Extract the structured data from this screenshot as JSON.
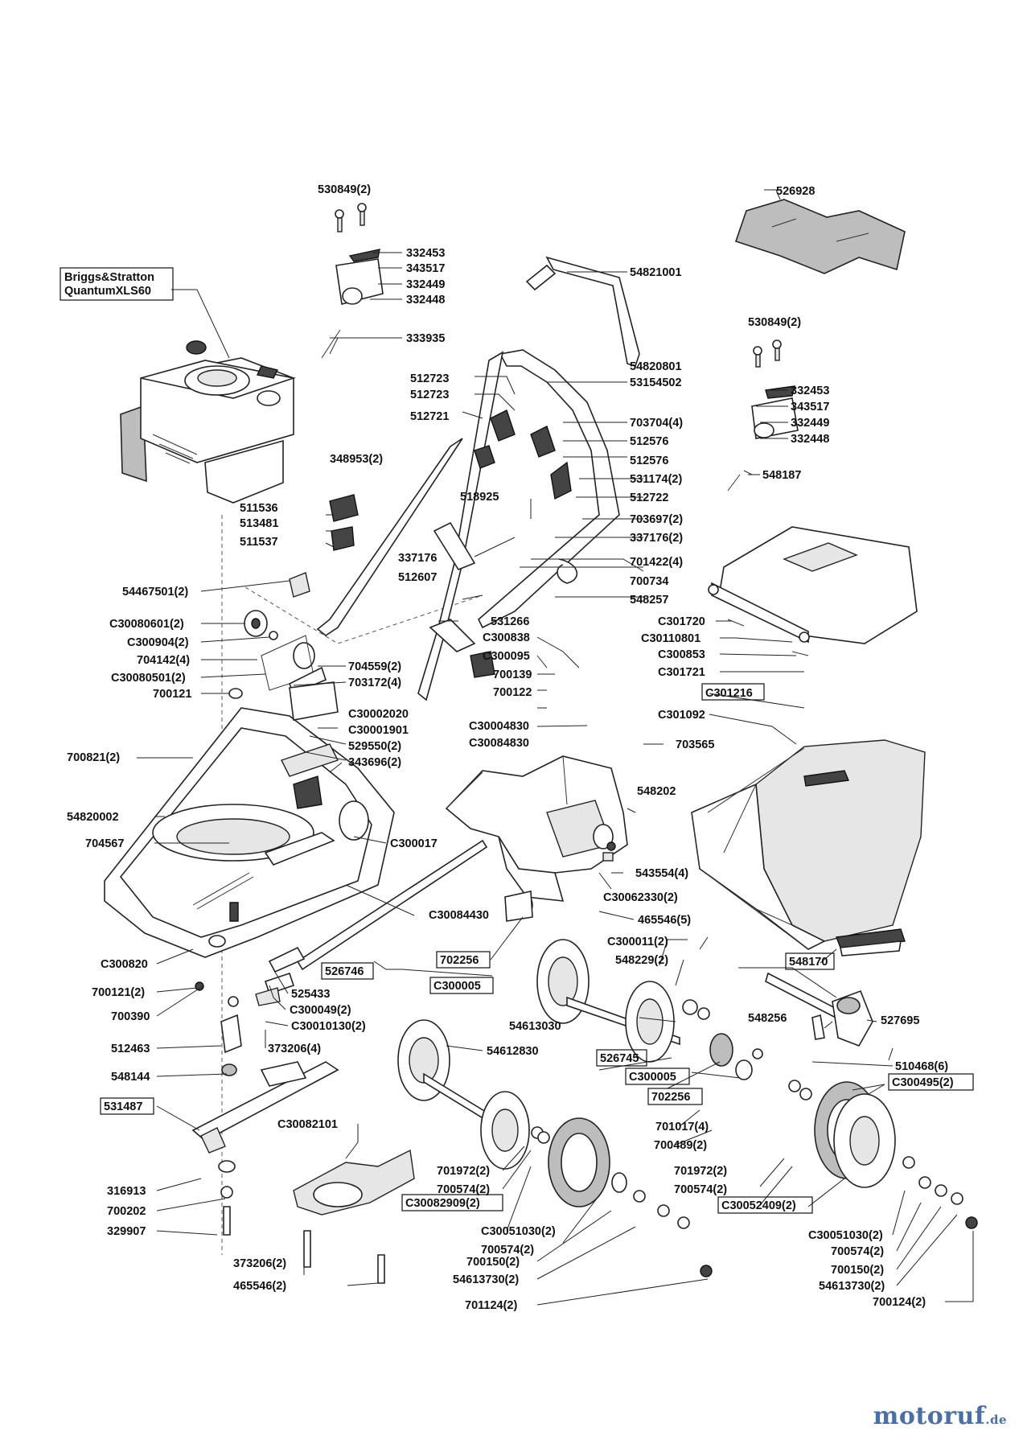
{
  "engine_label": [
    "Briggs&Stratton",
    "QuantumXLS60"
  ],
  "watermark": {
    "name": "motoruf",
    "tld": ".de",
    "color": "#4a6fa8"
  },
  "labels": [
    "530849(2)",
    "526928",
    "332453",
    "343517",
    "332449",
    "332448",
    "54821001",
    "333935",
    "530849(2)",
    "54820801",
    "512723",
    "512723",
    "53154502",
    "512721",
    "703704(4)",
    "332453",
    "343517",
    "332449",
    "332448",
    "512576",
    "348953(2)",
    "512576",
    "531174(2)",
    "548187",
    "512722",
    "511536",
    "518925",
    "703697(2)",
    "513481",
    "511537",
    "337176(2)",
    "337176",
    "701422(4)",
    "512607",
    "700734",
    "54467501(2)",
    "548257",
    "C30080601(2)",
    "531266",
    "C300904(2)",
    "C301720",
    "C300838",
    "704142(4)",
    "C30110801",
    "C300095",
    "C30080501(2)",
    "704559(2)",
    "C300853",
    "703172(4)",
    "700139",
    "C301721",
    "700121",
    "700122",
    "C301092",
    "C30002020",
    "C30004830",
    "C30001901",
    "C30084830",
    "703565",
    "700821(2)",
    "529550(2)",
    "343696(2)",
    "548202",
    "54820002",
    "704567",
    "C300017",
    "543554(4)",
    "C30062330(2)",
    "465546(5)",
    "C30084430",
    "C300011(2)",
    "548229(2)",
    "C300820",
    "525433",
    "700121(2)",
    "C300049(2)",
    "700390",
    "C30010130(2)",
    "54613030",
    "548256",
    "527695",
    "512463",
    "373206(4)",
    "54612830",
    "510468(6)",
    "548144",
    "701017(4)",
    "C30082101",
    "700489(2)",
    "701972(2)",
    "701972(2)",
    "700574(2)",
    "700574(2)",
    "316913",
    "700202",
    "329907",
    "C30051030(2)",
    "C30051030(2)",
    "700574(2)",
    "700574(2)",
    "373206(2)",
    "700150(2)",
    "700150(2)",
    "54613730(2)",
    "54613730(2)",
    "465546(2)",
    "701124(2)",
    "700124(2)"
  ],
  "boxed_labels": [
    "C301216",
    "702256",
    "526746",
    "C300005",
    "548170",
    "526745",
    "C300005",
    "C300495(2)",
    "702256",
    "531487",
    "C30082909(2)",
    "C30052409(2)"
  ]
}
